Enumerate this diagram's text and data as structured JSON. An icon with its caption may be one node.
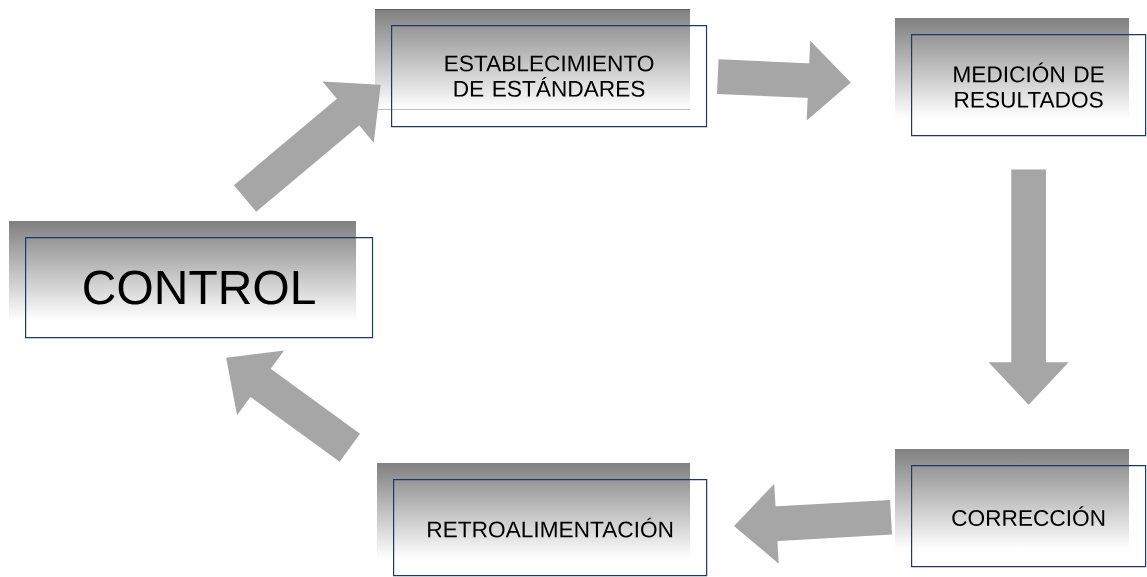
{
  "diagram": {
    "nodes": [
      {
        "text": [
          "CONTROL"
        ]
      },
      {
        "text": [
          "ESTABLECIMIENTO DE ESTÁNDARES"
        ]
      },
      {
        "text": [
          "MEDICIÓN DE RESULTADOS"
        ]
      },
      {
        "text": [
          "CORRECCIÓN"
        ]
      },
      {
        "text": [
          "RETROALIMENTACIÓN"
        ]
      }
    ],
    "edges": [
      {
        "from": 0,
        "to": 1,
        "arrow": "to"
      },
      {
        "from": 1,
        "to": 2,
        "arrow": "to"
      },
      {
        "from": 2,
        "to": 3,
        "arrow": "to"
      },
      {
        "from": 3,
        "to": 4,
        "arrow": "to"
      },
      {
        "from": 4,
        "to": 0,
        "arrow": "to"
      }
    ]
  }
}
